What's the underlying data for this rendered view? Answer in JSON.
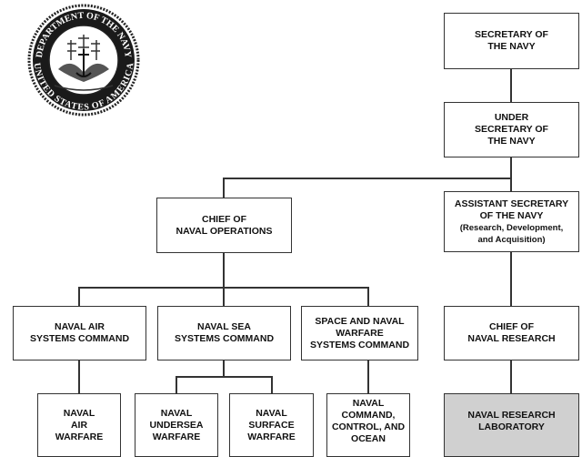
{
  "seal": {
    "text_top": "DEPARTMENT OF THE NAVY",
    "text_bottom": "UNITED STATES OF AMERICA"
  },
  "boxes": {
    "secnav": [
      "SECRETARY OF",
      "THE NAVY"
    ],
    "under": [
      "UNDER",
      "SECRETARY OF",
      "THE NAVY"
    ],
    "asn": [
      "ASSISTANT SECRETARY",
      "OF THE NAVY",
      "(Research, Development,",
      "and Acquisition)"
    ],
    "cno": [
      "CHIEF OF",
      "NAVAL OPERATIONS"
    ],
    "navair": [
      "NAVAL AIR",
      "SYSTEMS COMMAND"
    ],
    "navsea": [
      "NAVAL SEA",
      "SYSTEMS COMMAND"
    ],
    "spawar": [
      "SPACE AND NAVAL",
      "WARFARE",
      "SYSTEMS COMMAND"
    ],
    "cnr": [
      "CHIEF OF",
      "NAVAL RESEARCH"
    ],
    "nawc": [
      "NAVAL",
      "AIR",
      "WARFARE"
    ],
    "nuwc": [
      "NAVAL",
      "UNDERSEA",
      "WARFARE"
    ],
    "nswc": [
      "NAVAL",
      "SURFACE",
      "WARFARE"
    ],
    "nccosc": [
      "NAVAL",
      "COMMAND,",
      "CONTROL, AND",
      "OCEAN"
    ],
    "nrl": [
      "NAVAL RESEARCH",
      "LABORATORY"
    ]
  },
  "colors": {
    "line": "#333333",
    "highlight": "#d0d0d0"
  }
}
